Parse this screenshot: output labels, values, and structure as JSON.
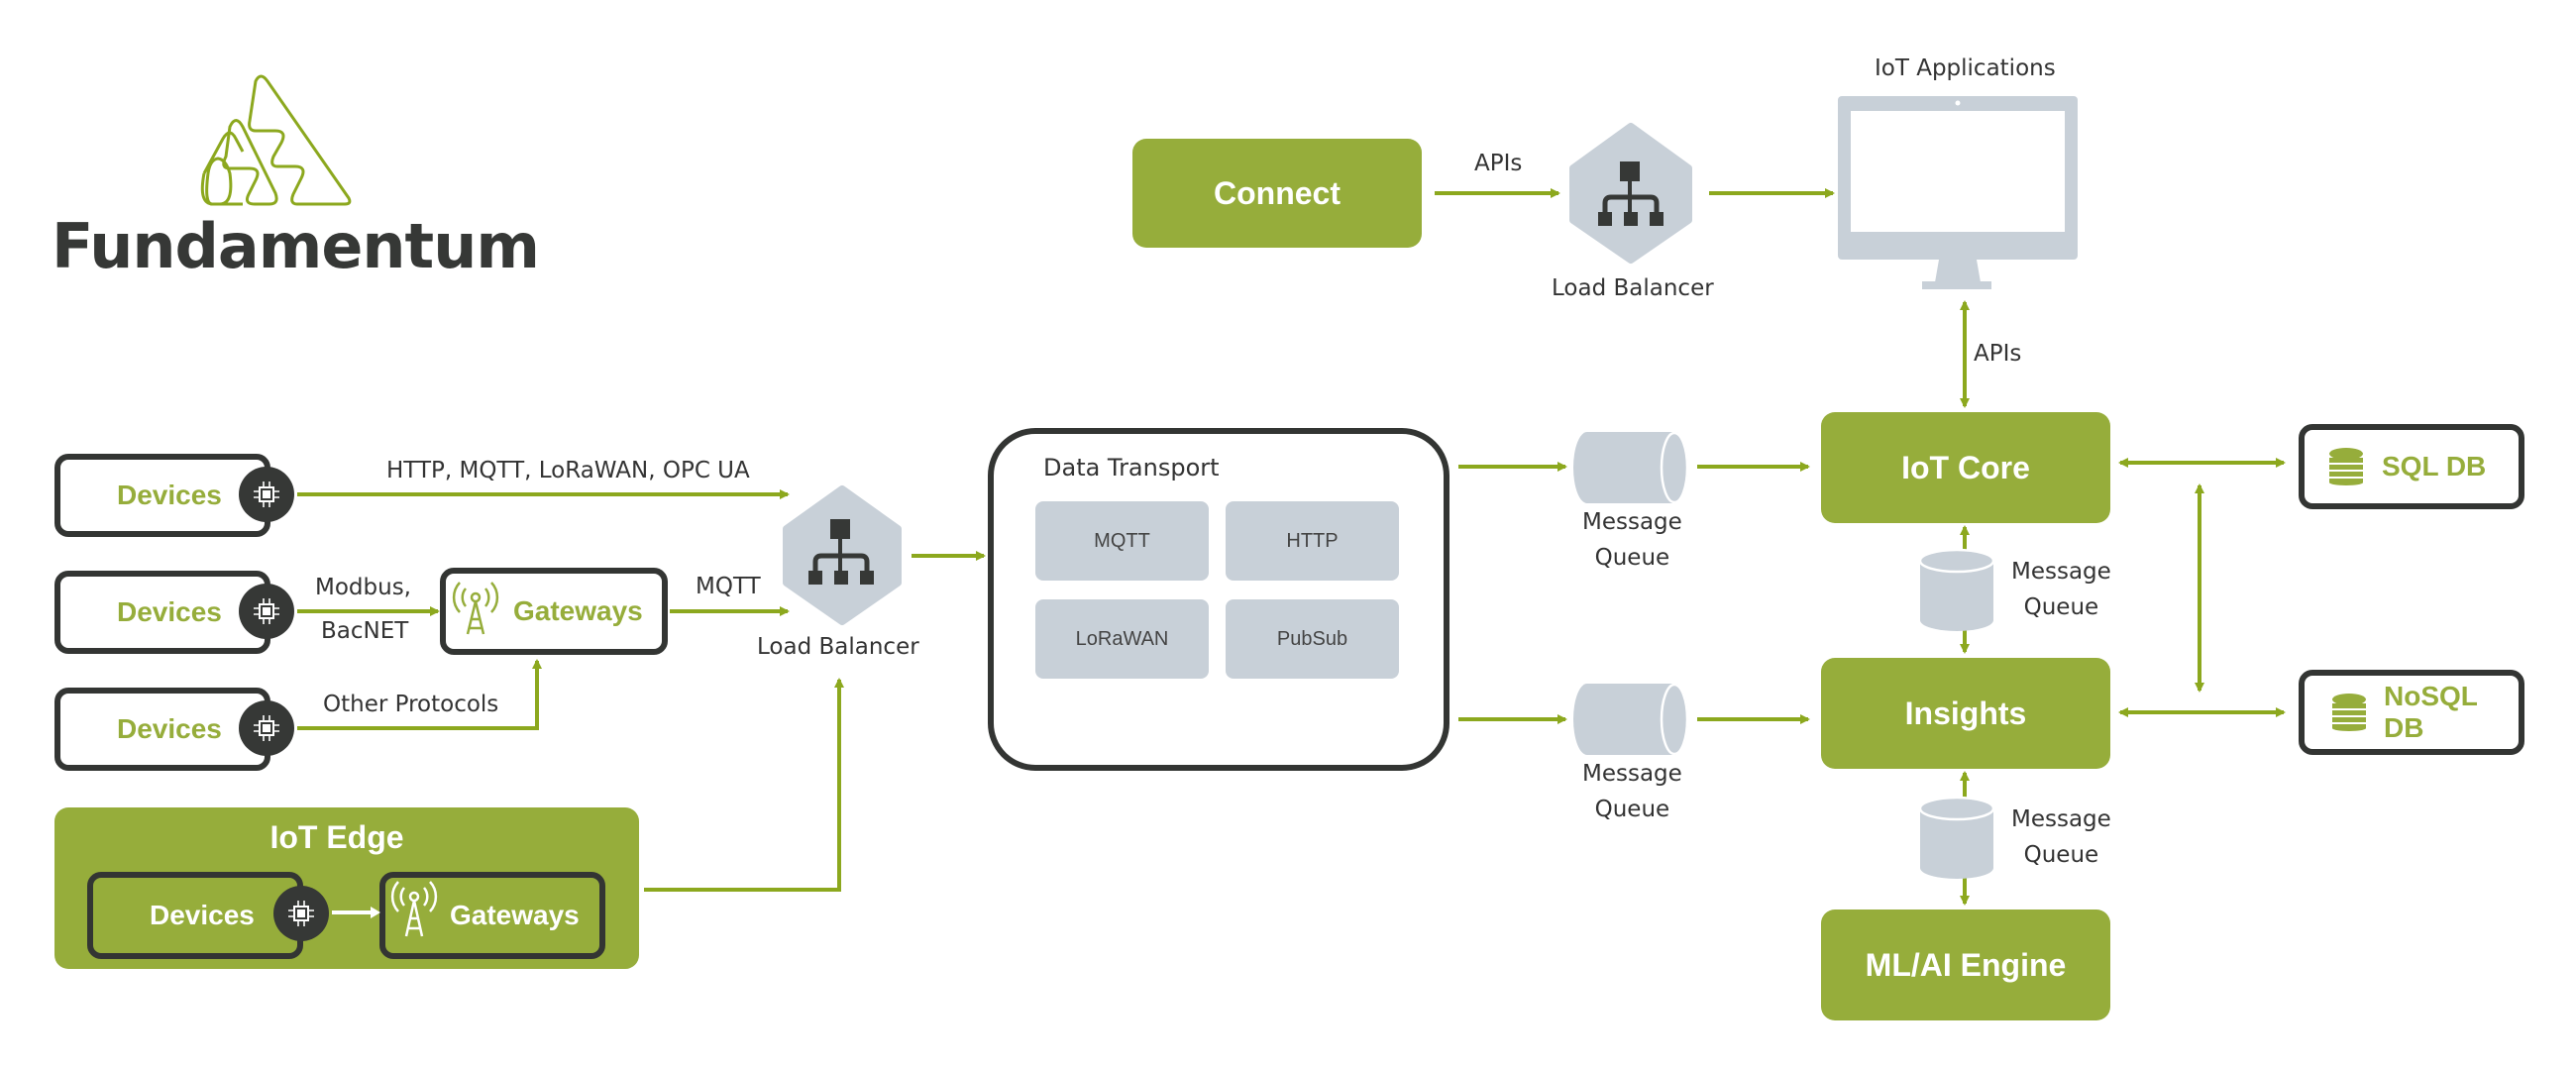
{
  "brand": {
    "name": "Fundamentum",
    "logo_icon": "triangle-mountains-logo"
  },
  "colors": {
    "accent_green": "#96ad3b",
    "arrow_green": "#8ca81e",
    "dark": "#333533",
    "gray_shape": "#c8d0d8",
    "text": "#333333"
  },
  "top_flow": {
    "connect_label": "Connect",
    "connect_to_lb_label": "APIs",
    "load_balancer_label": "Load Balancer",
    "apps_label": "IoT Applications",
    "apps_to_core_label": "APIs"
  },
  "devices": [
    {
      "label": "Devices",
      "protocol_label": "HTTP, MQTT, LoRaWAN, OPC UA"
    },
    {
      "label": "Devices",
      "protocol_label_line1": "Modbus,",
      "protocol_label_line2": "BacNET"
    },
    {
      "label": "Devices",
      "protocol_label": "Other Protocols"
    }
  ],
  "gateways": {
    "label": "Gateways",
    "output_label": "MQTT"
  },
  "iot_edge": {
    "title": "IoT Edge",
    "devices_label": "Devices",
    "gateways_label": "Gateways"
  },
  "left_load_balancer": {
    "label": "Load Balancer"
  },
  "data_transport": {
    "title": "Data Transport",
    "protocols": [
      "MQTT",
      "HTTP",
      "LoRaWAN",
      "PubSub"
    ]
  },
  "queues": {
    "to_core": {
      "line1": "Message",
      "line2": "Queue"
    },
    "to_insights": {
      "line1": "Message",
      "line2": "Queue"
    },
    "core_insights": {
      "line1": "Message",
      "line2": "Queue"
    },
    "insights_ml": {
      "line1": "Message",
      "line2": "Queue"
    }
  },
  "core": {
    "iot_core_label": "IoT Core",
    "insights_label": "Insights",
    "ml_label": "ML/AI Engine"
  },
  "databases": [
    {
      "label": "SQL DB",
      "icon": "database-icon"
    },
    {
      "label": "NoSQL DB",
      "icon": "database-icon"
    }
  ]
}
